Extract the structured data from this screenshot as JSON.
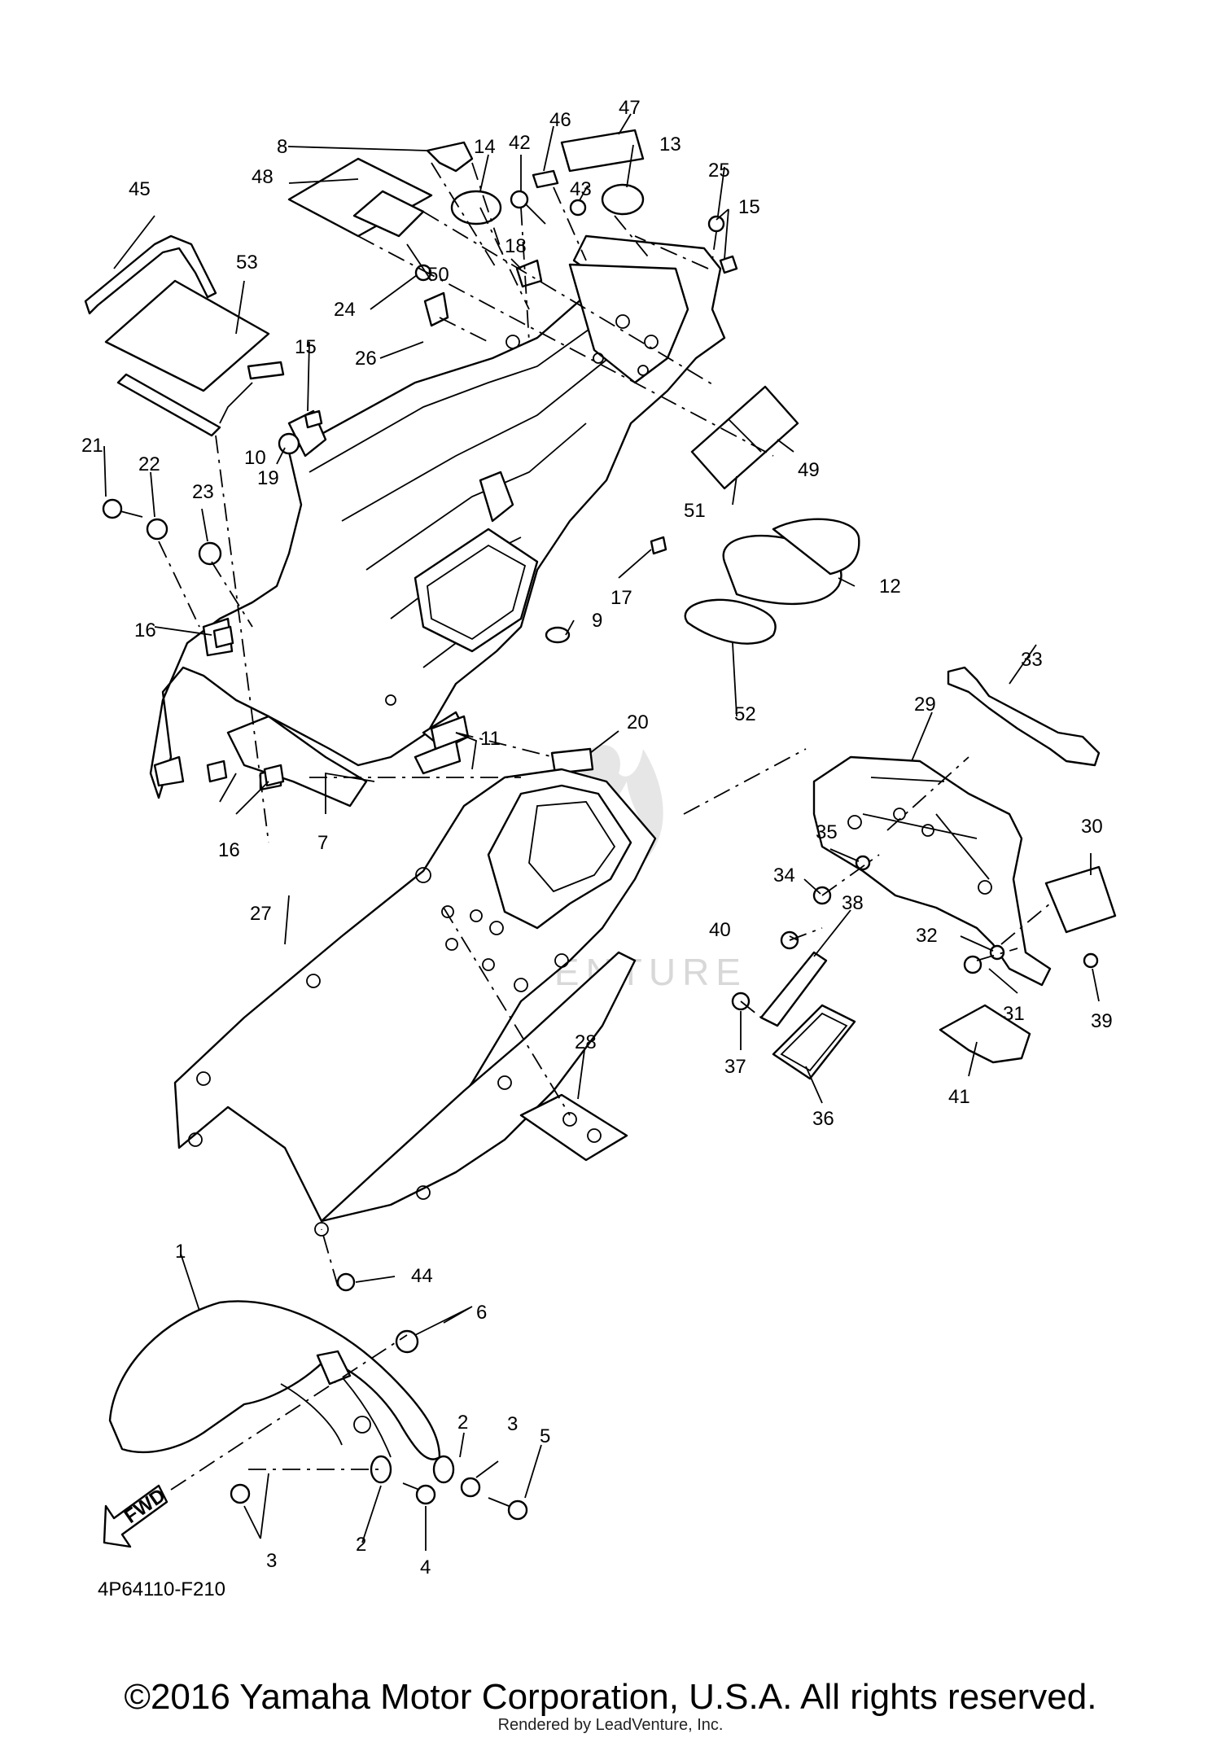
{
  "diagram": {
    "callouts": [
      "1",
      "2",
      "2",
      "3",
      "3",
      "4",
      "5",
      "6",
      "7",
      "8",
      "9",
      "10",
      "11",
      "12",
      "13",
      "14",
      "15",
      "15",
      "16",
      "16",
      "17",
      "18",
      "19",
      "20",
      "21",
      "22",
      "23",
      "24",
      "25",
      "26",
      "27",
      "28",
      "29",
      "30",
      "31",
      "32",
      "33",
      "34",
      "35",
      "36",
      "37",
      "38",
      "39",
      "40",
      "41",
      "42",
      "43",
      "44",
      "45",
      "46",
      "47",
      "48",
      "49",
      "50",
      "51",
      "52",
      "53"
    ],
    "fwd_label": "FWD",
    "drawing_code": "4P64110-F210",
    "watermark": "LEADVENTURE"
  },
  "footer": {
    "copyright": "©2016 Yamaha Motor Corporation, U.S.A. All rights reserved.",
    "rendered_by": "Rendered by LeadVenture, Inc."
  }
}
